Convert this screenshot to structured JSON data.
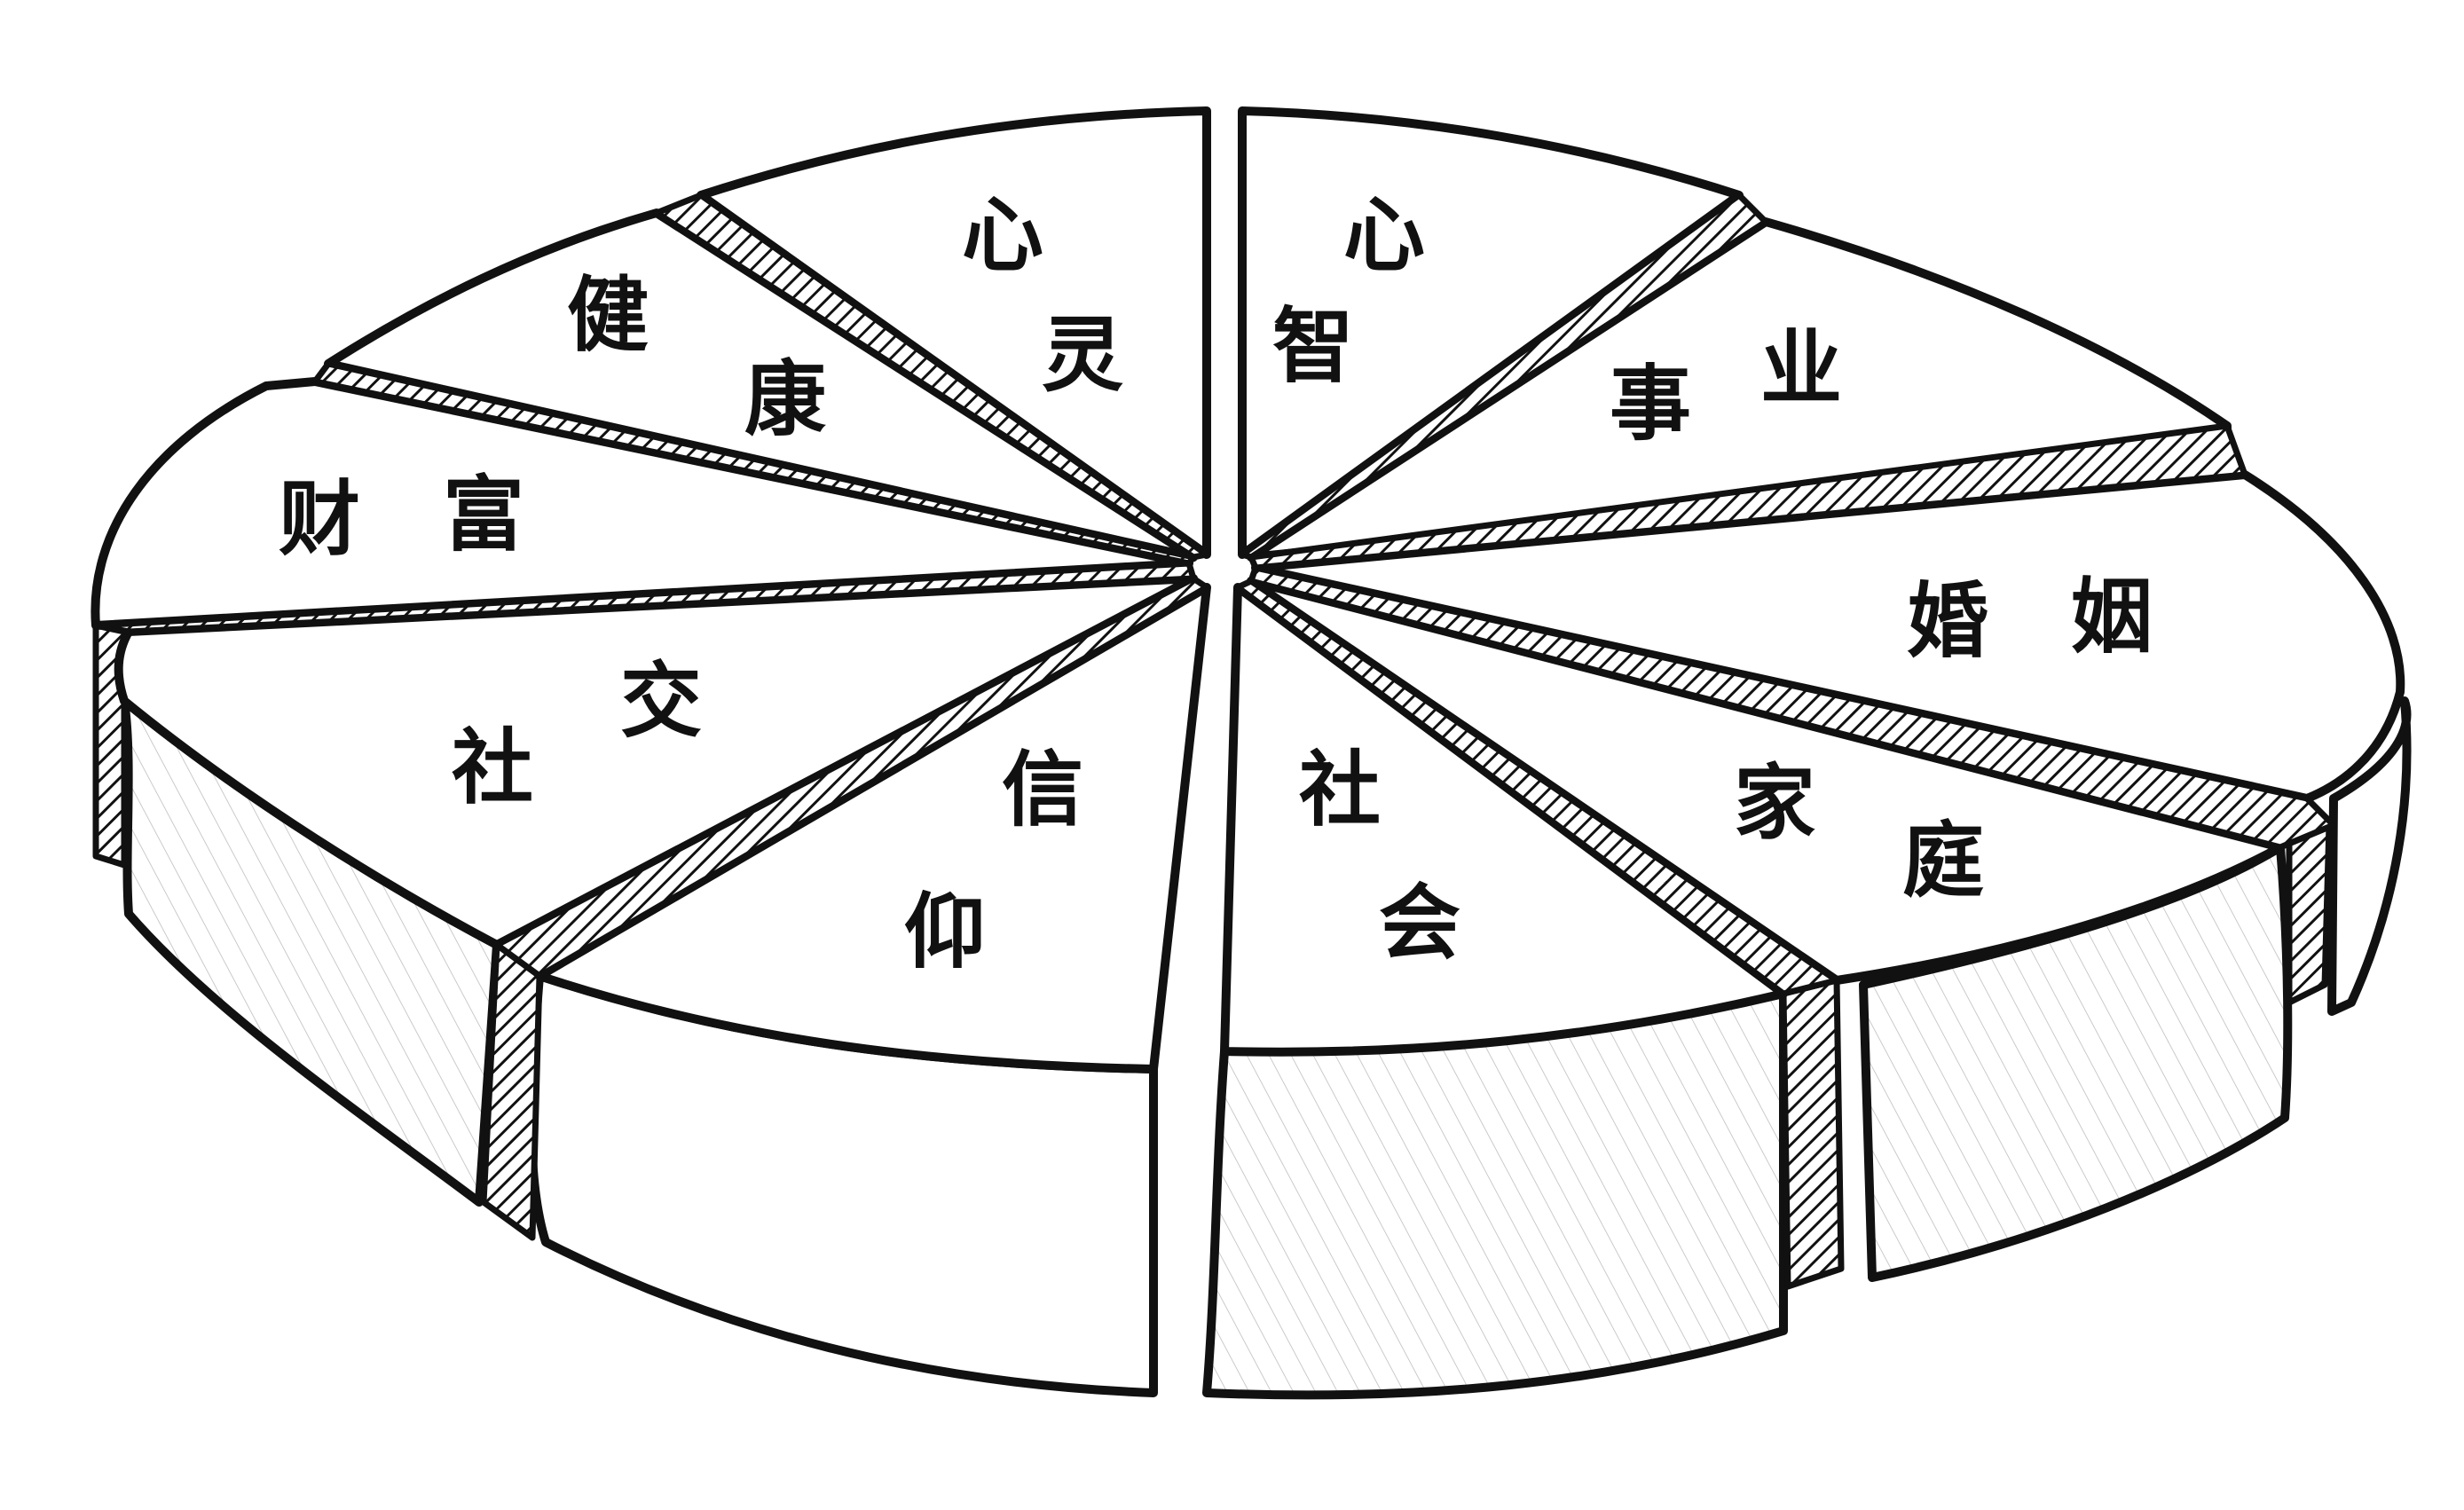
{
  "diagram": {
    "segments": [
      {
        "id": "xinling",
        "chars": [
          "心",
          "灵"
        ]
      },
      {
        "id": "xinzhi",
        "chars": [
          "心",
          "智"
        ]
      },
      {
        "id": "shiye",
        "chars": [
          "事",
          "业"
        ]
      },
      {
        "id": "hunyin",
        "chars": [
          "婚",
          "姻"
        ]
      },
      {
        "id": "jiating",
        "chars": [
          "家",
          "庭"
        ]
      },
      {
        "id": "shehui",
        "chars": [
          "社",
          "会"
        ]
      },
      {
        "id": "xinyang",
        "chars": [
          "信",
          "仰"
        ]
      },
      {
        "id": "shejiao",
        "chars": [
          "社",
          "交"
        ]
      },
      {
        "id": "caifu",
        "chars": [
          "财",
          "富"
        ]
      },
      {
        "id": "jiankang",
        "chars": [
          "健",
          "康"
        ]
      }
    ]
  },
  "colors": {
    "ink": "#111111",
    "paper": "#ffffff"
  }
}
